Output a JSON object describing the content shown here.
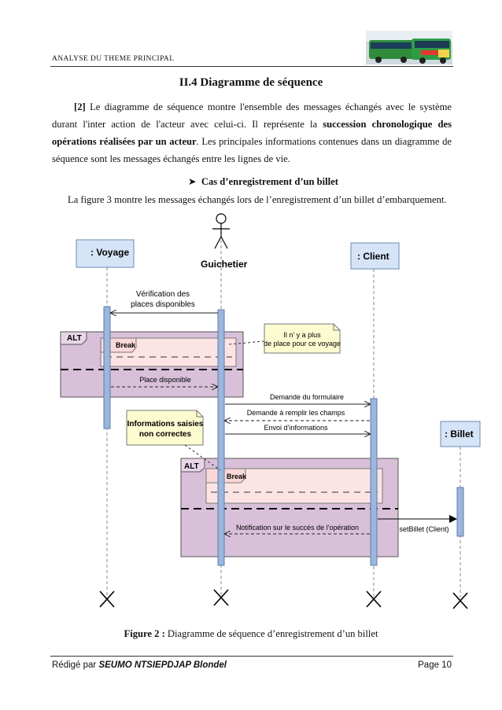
{
  "header": {
    "title": "ANALYSE DU THEME PRINCIPAL"
  },
  "section_title": "II.4  Diagramme de séquence",
  "paragraph1": {
    "ref": "[2]",
    "text_a": " Le diagramme de séquence montre l'ensemble des messages échangés avec le système durant l'inter action de l'acteur avec celui-ci. Il représente la ",
    "bold": "succession chronologique des opérations réalisées par un acteur",
    "text_b": ". Les principales informations contenues dans un diagramme de séquence sont les messages échangés entre les lignes de vie."
  },
  "bullet": {
    "icon": "arrow-bullet-icon",
    "text": "Cas d’enregistrement d’un billet"
  },
  "paragraph2": "La figure 3 montre les messages échangés lors de l’enregistrement d’un billet d’embarquement.",
  "diagram": {
    "lifelines": {
      "voyage": ": Voyage",
      "guichetier": "Guichetier",
      "client": ":  Client",
      "billet": ": Billet"
    },
    "messages": {
      "verif_1": "Vérification des",
      "verif_2": "places disponibles",
      "place_dispo": "Place disponible",
      "demande_form": "Demande du formulaire",
      "demande_champs": "Demande à remplir les champs",
      "envoi_info": "Envoi d’informations",
      "notification": "Notification sur le succès de l’opération",
      "set_billet": "setBillet (Client)"
    },
    "notes": {
      "no_place_1": "Il n’ y a plus",
      "no_place_2": "de place pour ce voyage",
      "info_1": "Informations saisies",
      "info_2": "non correctes"
    },
    "fragments": {
      "alt": "ALT",
      "break": "Break"
    },
    "colors": {
      "alt_fill": "#d9c0d9",
      "break_fill": "#fde4e4",
      "note_fill": "#fdfbd0",
      "lifeline_box": "#d6e4f7",
      "activation": "#9cb6dc"
    }
  },
  "caption": {
    "label": "Figure 2 :",
    "text": " Diagramme de séquence d’enregistrement d’un billet"
  },
  "footer": {
    "left_prefix": "Rédigé par ",
    "author": "SEUMO NTSIEPDJAP Blondel",
    "page": "Page 10"
  }
}
